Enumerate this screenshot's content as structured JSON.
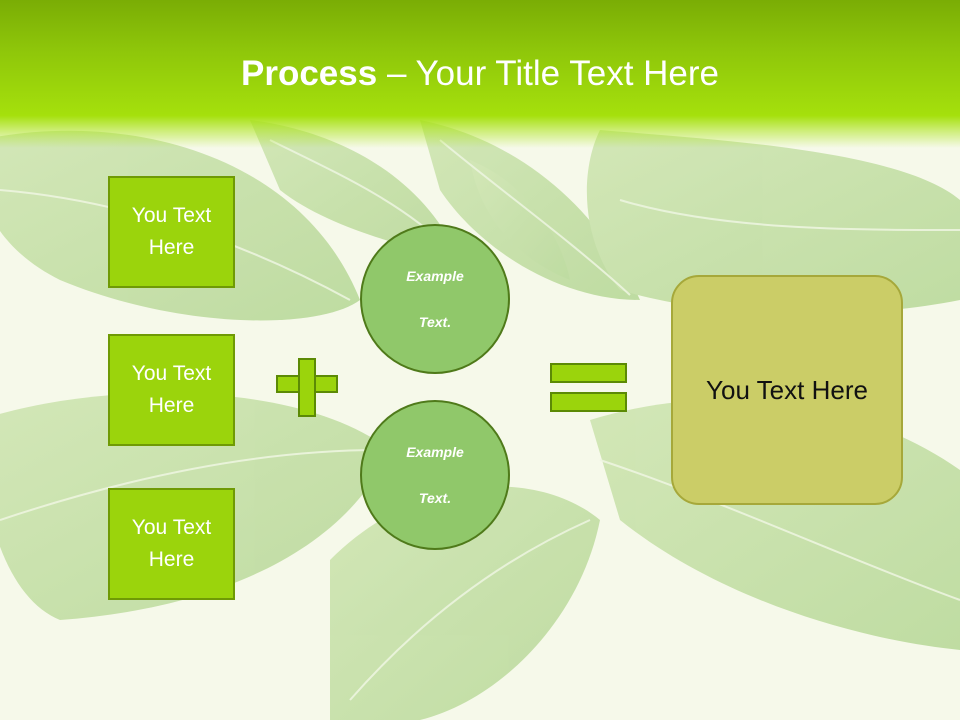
{
  "title": {
    "bold": "Process",
    "rest": " – Your Title Text Here"
  },
  "left_boxes": [
    {
      "line1": "You Text",
      "line2": "Here"
    },
    {
      "line1": "You Text",
      "line2": "Here"
    },
    {
      "line1": "You Text",
      "line2": "Here"
    }
  ],
  "circles": [
    {
      "line1": "Example",
      "line2": "Text."
    },
    {
      "line1": "Example",
      "line2": "Text."
    }
  ],
  "result": {
    "label": "You Text Here"
  },
  "colors": {
    "header_green": "#8fc70a",
    "box_green": "#9bd40c",
    "circle_green": "#90c86a",
    "result_olive": "#cbcd67"
  },
  "icons": {
    "plus": "plus-icon",
    "equals": "equals-icon"
  }
}
